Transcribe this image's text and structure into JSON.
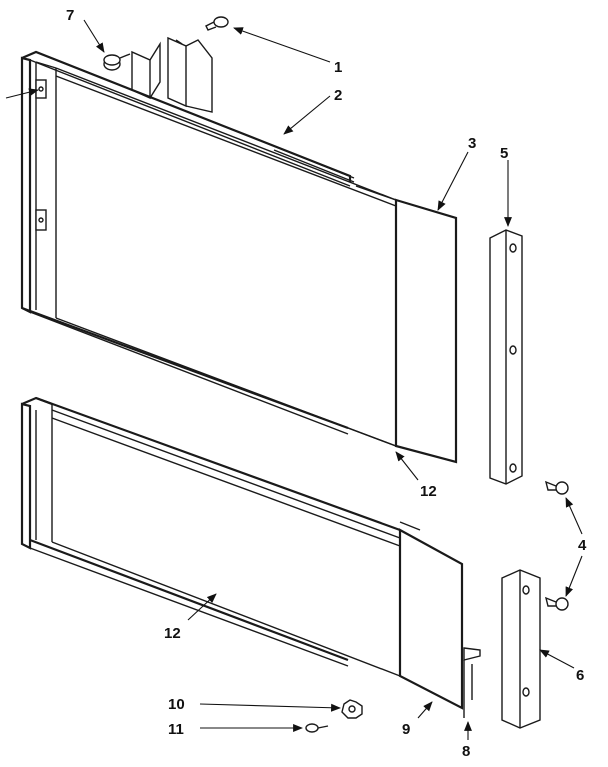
{
  "callouts": {
    "c1": "1",
    "c2": "2",
    "c3": "3",
    "c4": "4",
    "c5": "5",
    "c6": "6",
    "c7": "7",
    "c8": "8",
    "c9": "9",
    "c10": "10",
    "c11": "11",
    "c12a": "12",
    "c12b": "12"
  }
}
